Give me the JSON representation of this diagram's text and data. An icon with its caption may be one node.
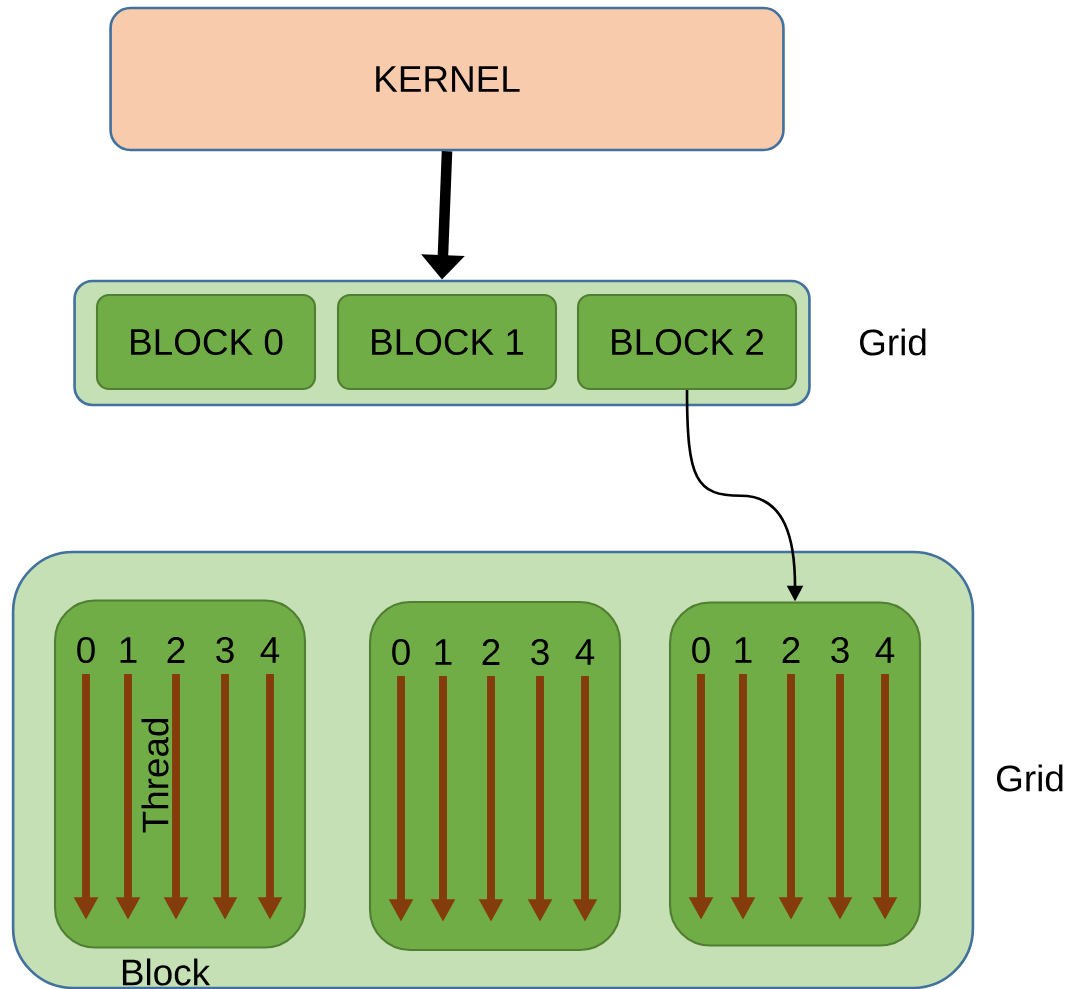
{
  "diagram": {
    "nodes": [
      {
        "text": [
          "KERNEL"
        ]
      },
      {
        "text": [],
        "shape": "box",
        "beside": [
          "Grid"
        ]
      },
      {
        "text": [
          "BLOCK 0"
        ],
        "in": 1
      },
      {
        "text": [
          "BLOCK 1"
        ],
        "in": 1
      },
      {
        "text": [
          "BLOCK 2"
        ],
        "in": 1
      },
      {
        "text": [],
        "shape": "box",
        "beside": [
          "Grid"
        ]
      },
      {
        "text": [],
        "shape": "box",
        "in": 5,
        "beside": [
          "Block"
        ]
      },
      {
        "text": [],
        "shape": "box",
        "in": 5
      },
      {
        "text": [],
        "shape": "box",
        "in": 5
      }
    ],
    "edges": [
      {
        "from": 0,
        "to": 1,
        "arrow": "to",
        "style": "thick"
      },
      {
        "from": 4,
        "to": 8,
        "arrow": "to"
      }
    ],
    "labels": [
      "0",
      "1",
      "2",
      "3",
      "4",
      "Thread",
      "0",
      "1",
      "2",
      "3",
      "4",
      "0",
      "1",
      "2",
      "3",
      "4"
    ]
  }
}
